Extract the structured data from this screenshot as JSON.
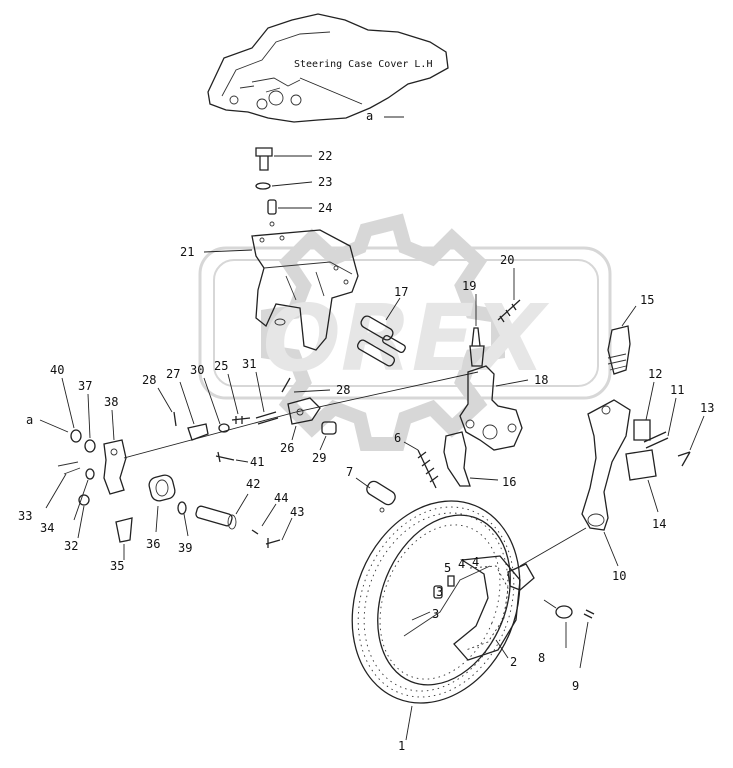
{
  "diagram": {
    "cover_label": "Steering Case Cover L.H",
    "ref_letter": "a",
    "watermark": "OREX",
    "callouts": {
      "c1": "1",
      "c2": "2",
      "c3": "3",
      "c4": "4",
      "c5": "5",
      "c6": "6",
      "c7": "7",
      "c8": "8",
      "c9": "9",
      "c10": "10",
      "c11": "11",
      "c12": "12",
      "c13": "13",
      "c14": "14",
      "c15": "15",
      "c16": "16",
      "c17": "17",
      "c18": "18",
      "c19": "19",
      "c20": "20",
      "c21": "21",
      "c22": "22",
      "c23": "23",
      "c24": "24",
      "c25": "25",
      "c26": "26",
      "c27": "27",
      "c28a": "28",
      "c28b": "28",
      "c29": "29",
      "c30": "30",
      "c31": "31",
      "c32": "32",
      "c33": "33",
      "c34": "34",
      "c35": "35",
      "c36": "36",
      "c37": "37",
      "c38": "38",
      "c39": "39",
      "c40": "40",
      "c41": "41",
      "c42": "42",
      "c43": "43",
      "c44": "44",
      "ca2": "a",
      "c3b": "3",
      "c4b": "4"
    }
  }
}
